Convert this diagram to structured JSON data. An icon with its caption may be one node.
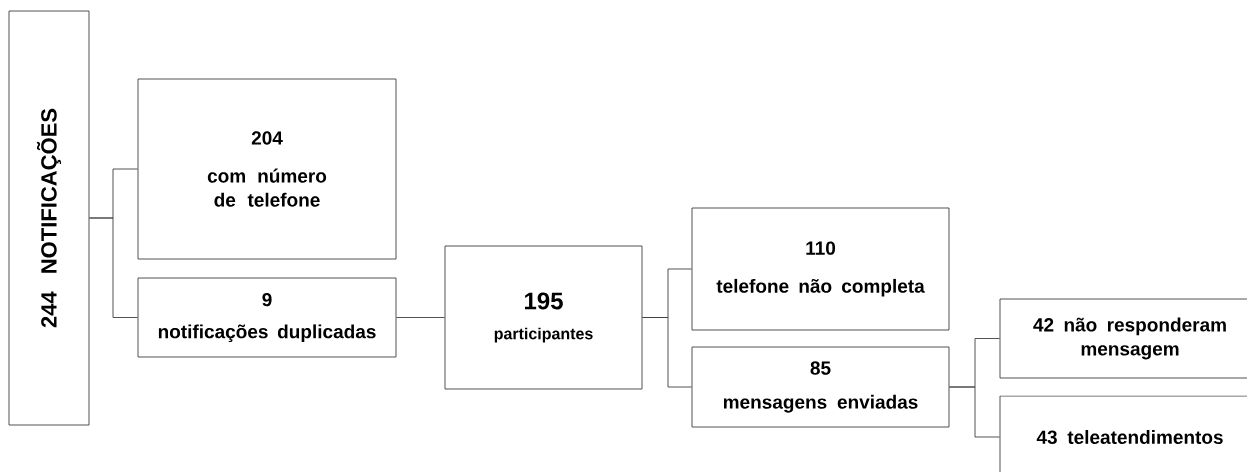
{
  "diagram": {
    "nodes": [
      {
        "text": [
          "244 NOTIFICAÇÕES"
        ]
      },
      {
        "text": [
          "204",
          "com número de telefone"
        ]
      },
      {
        "text": [
          "9",
          "notificações duplicadas"
        ]
      },
      {
        "text": [
          "195",
          "participantes"
        ]
      },
      {
        "text": [
          "110",
          "telefone não completa"
        ]
      },
      {
        "text": [
          "85",
          "mensagens enviadas"
        ]
      },
      {
        "text": [
          "42 não responderam mensagem"
        ]
      },
      {
        "text": [
          "43 teleatendimentos"
        ]
      }
    ],
    "edges": [
      {
        "from": 0,
        "to": 1,
        "arrow": "none"
      },
      {
        "from": 0,
        "to": 2,
        "arrow": "none"
      },
      {
        "from": 2,
        "to": 3,
        "arrow": "none"
      },
      {
        "from": 3,
        "to": 4,
        "arrow": "none"
      },
      {
        "from": 3,
        "to": 5,
        "arrow": "none"
      },
      {
        "from": 5,
        "to": 6,
        "arrow": "none"
      },
      {
        "from": 5,
        "to": 7,
        "arrow": "none"
      }
    ]
  }
}
